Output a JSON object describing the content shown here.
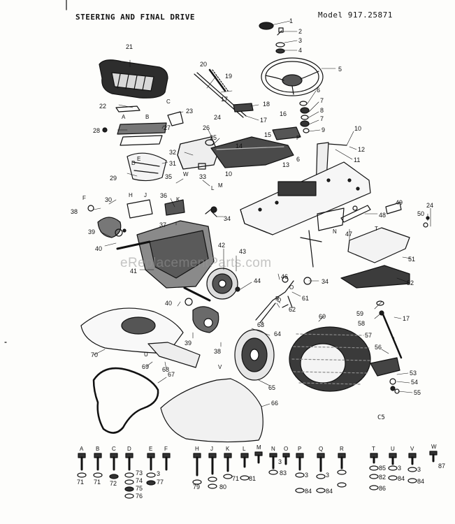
{
  "header": {
    "title": "STEERING AND FINAL DRIVE",
    "model": "Model 917.25871"
  },
  "watermark": "eReplacementParts.com",
  "section_code": "C5",
  "part_numbers": [
    "1",
    "2",
    "3",
    "4",
    "5",
    "6",
    "7",
    "8",
    "7",
    "9",
    "10",
    "12",
    "11",
    "16",
    "15",
    "14",
    "13",
    "6",
    "19",
    "20",
    "17",
    "18",
    "17",
    "24",
    "21",
    "22",
    "23",
    "28",
    "27",
    "26",
    "25",
    "32",
    "31",
    "29",
    "35",
    "33",
    "10",
    "38",
    "30",
    "36",
    "34",
    "37",
    "39",
    "40",
    "43",
    "42",
    "41",
    "44",
    "46",
    "34",
    "61",
    "62",
    "63",
    "40",
    "39",
    "38",
    "64",
    "60",
    "70",
    "69",
    "68",
    "67",
    "66",
    "65",
    "59",
    "58",
    "17",
    "57",
    "56",
    "53",
    "54",
    "55",
    "47",
    "48",
    "49",
    "50",
    "24",
    "51",
    "52"
  ],
  "hardware_letters": [
    "A",
    "B",
    "C",
    "D",
    "E",
    "F",
    "H",
    "J",
    "K",
    "L",
    "M",
    "N",
    "O",
    "P",
    "Q",
    "R",
    "T",
    "U",
    "V",
    "W"
  ],
  "hardware_numbers": [
    "71",
    "71",
    "72",
    "73",
    "74",
    "75",
    "76",
    "3",
    "77",
    "79",
    "80",
    "71",
    "81",
    "3",
    "83",
    "3",
    "84",
    "3",
    "84",
    "85",
    "82",
    "86",
    "3",
    "84",
    "3",
    "84",
    "87"
  ],
  "letter_callouts": [
    "A",
    "B",
    "C",
    "D",
    "E",
    "F",
    "H",
    "J",
    "K",
    "L",
    "M",
    "N",
    "O",
    "P",
    "Q",
    "R",
    "T",
    "U",
    "V",
    "W"
  ]
}
